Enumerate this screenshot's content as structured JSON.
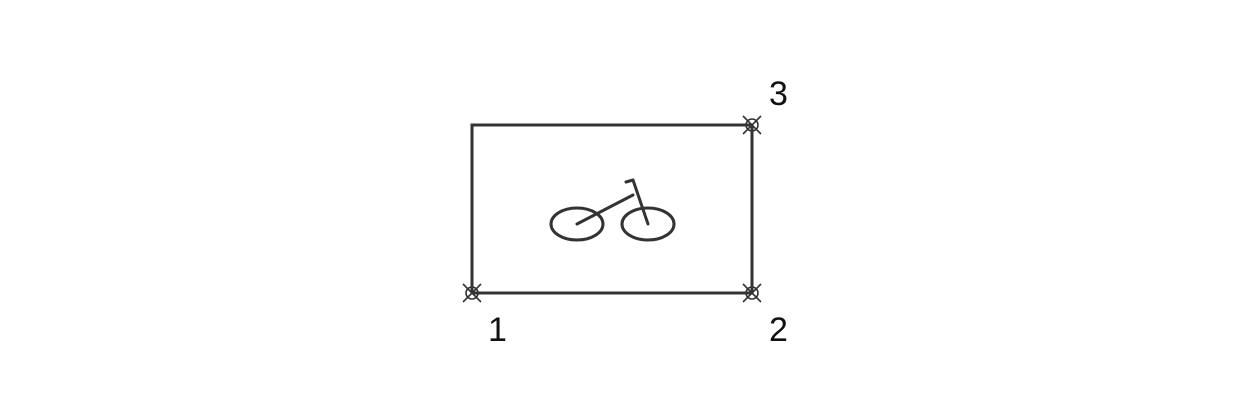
{
  "diagram": {
    "symbol": "bicycle-icon",
    "stroke_color": "#333333",
    "corner_points": [
      {
        "label": "1",
        "marker": "crossed-circle-marker"
      },
      {
        "label": "2",
        "marker": "crossed-circle-marker"
      },
      {
        "label": "3",
        "marker": "crossed-circle-marker"
      }
    ]
  }
}
